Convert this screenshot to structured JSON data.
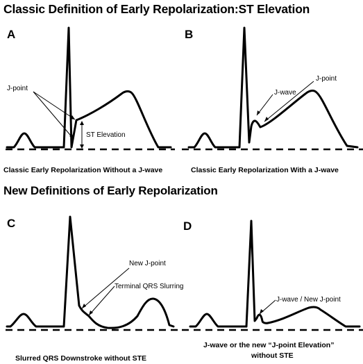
{
  "headings": {
    "classic": "Classic Definition of Early Repolarization:ST Elevation",
    "new": "New Definitions of Early Repolarization"
  },
  "panels": {
    "A": {
      "letter": "A",
      "caption": "Classic Early Repolarization Without a J-wave",
      "labels": {
        "jpoint": "J-point",
        "st": "ST Elevation"
      }
    },
    "B": {
      "letter": "B",
      "caption": "Classic Early Repolarization With a J-wave",
      "labels": {
        "jpoint": "J-point",
        "jwave": "J-wave"
      }
    },
    "C": {
      "letter": "C",
      "caption": "Slurred QRS Downstroke without STE",
      "labels": {
        "newj": "New J-point",
        "slur": "Terminal QRS Slurring"
      }
    },
    "D": {
      "letter": "D",
      "caption_line1": "J-wave or the new “J-point Elevation”",
      "caption_line2": "without STE",
      "labels": {
        "jwave": "J-wave / New J-point"
      }
    }
  }
}
